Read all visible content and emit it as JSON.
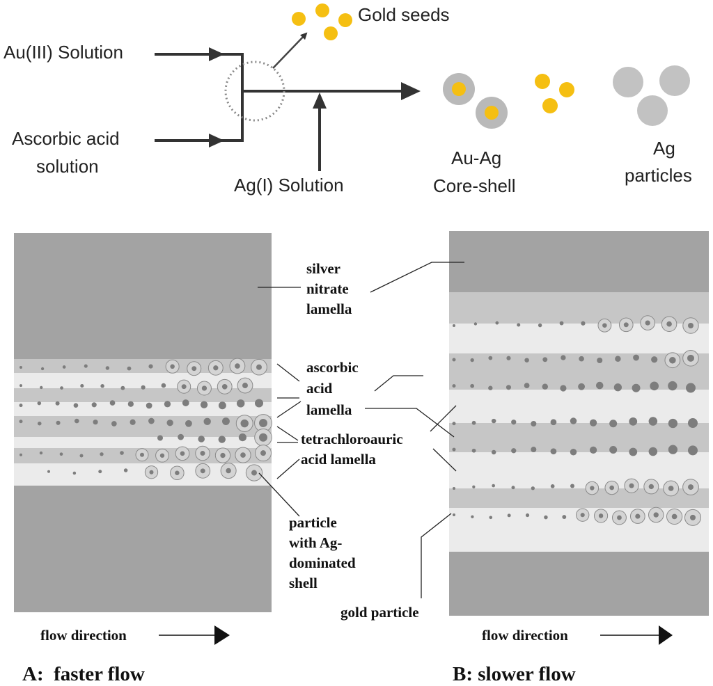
{
  "top_scheme": {
    "inputs": {
      "au3": "Au(III) Solution",
      "ascorbic_line1": "Ascorbic acid",
      "ascorbic_line2": "solution",
      "ag1": "Ag(I) Solution"
    },
    "products": {
      "gold_seeds": "Gold seeds",
      "core_shell_line1": "Au-Ag",
      "core_shell_line2": "Core-shell",
      "ag_particles_line1": "Ag",
      "ag_particles_line2": "particles"
    }
  },
  "panel_labels": {
    "silver_1": "silver",
    "silver_2": "nitrate",
    "silver_3": "lamella",
    "ascorbic_1": "ascorbic",
    "ascorbic_2": "acid",
    "ascorbic_3": "lamella",
    "tetra_1": "tetrachloroauric",
    "tetra_2": "acid lamella",
    "particle_1": "particle",
    "particle_2": "with Ag-",
    "particle_3": "dominated",
    "particle_4": "shell",
    "gold_particle": "gold particle"
  },
  "panel_a": {
    "flow_label": "flow direction",
    "caption": "A:  faster flow"
  },
  "panel_b": {
    "flow_label": "flow direction",
    "caption": "B: slower flow"
  },
  "colors": {
    "gold": "#f5bf12",
    "shell_gray": "#b9b9b9",
    "silver_gray": "#c2c2c2",
    "lamella_dark": "#a3a3a3",
    "lamella_mid": "#c6c6c6",
    "lamella_light": "#ebebeb",
    "line": "#333333"
  }
}
